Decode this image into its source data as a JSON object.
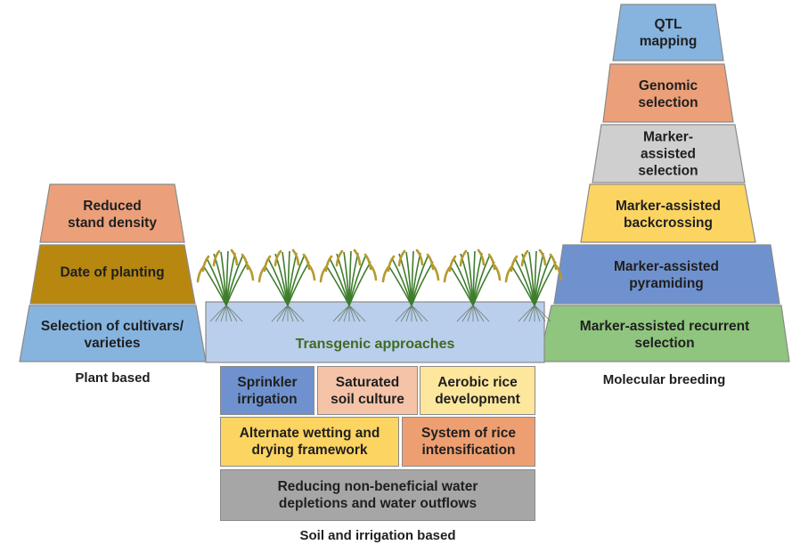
{
  "plant_based": {
    "caption": "Plant based",
    "tiers": [
      {
        "lines": [
          "Reduced",
          "stand density"
        ],
        "color": "#eba07a"
      },
      {
        "lines": [
          "Date of planting"
        ],
        "color": "#b78710"
      },
      {
        "lines": [
          "Selection of cultivars/",
          "varieties"
        ],
        "color": "#86b4df"
      }
    ]
  },
  "molecular_breeding": {
    "caption": "Molecular breeding",
    "tiers": [
      {
        "lines": [
          "QTL",
          "mapping"
        ],
        "color": "#86b4df"
      },
      {
        "lines": [
          "Genomic",
          "selection"
        ],
        "color": "#eba07a"
      },
      {
        "lines": [
          "Marker-",
          "assisted",
          "selection"
        ],
        "color": "#cfcfcf"
      },
      {
        "lines": [
          "Marker-assisted",
          "backcrossing"
        ],
        "color": "#fcd462"
      },
      {
        "lines": [
          "Marker-assisted",
          "pyramiding"
        ],
        "color": "#6f92cf"
      },
      {
        "lines": [
          "Marker-assisted recurrent",
          "selection"
        ],
        "color": "#8fc57e"
      }
    ]
  },
  "transgenic": {
    "label": "Transgenic approaches",
    "label_color": "#3f6b22",
    "color": "#b9cfec"
  },
  "soil_irrigation": {
    "caption": "Soil and irrigation based",
    "sprinkler": {
      "lines": [
        "Sprinkler",
        "irrigation"
      ],
      "color": "#6f92cf"
    },
    "saturated": {
      "lines": [
        "Saturated",
        "soil culture"
      ],
      "color": "#f4c3a8"
    },
    "aerobic": {
      "lines": [
        "Aerobic rice",
        "development"
      ],
      "color": "#fde79c"
    },
    "awd": {
      "lines": [
        "Alternate wetting and",
        "drying framework"
      ],
      "color": "#fcd462"
    },
    "sri": {
      "lines": [
        "System of rice",
        "intensification"
      ],
      "color": "#ee9f72"
    },
    "reducing": {
      "lines": [
        "Reducing non-beneficial water",
        "depletions and water outflows"
      ],
      "color": "#a6a6a6"
    }
  }
}
